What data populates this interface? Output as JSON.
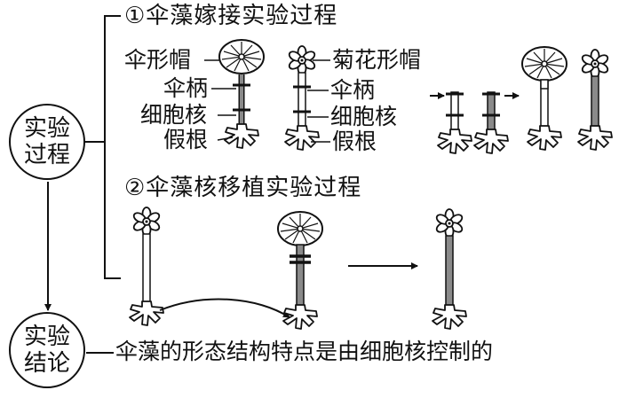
{
  "process_box": {
    "line1": "实验",
    "line2": "过程"
  },
  "conclusion_box": {
    "line1": "实验",
    "line2": "结论"
  },
  "exp1": {
    "title": "①伞藻嫁接实验过程",
    "labels": {
      "umbrella_cap": "伞形帽",
      "stalk_left": "伞柄",
      "nucleus_left": "细胞核",
      "rhizoid_left": "假根",
      "chrysanthemum_cap": "菊花形帽",
      "stalk_right": "伞柄",
      "nucleus_right": "细胞核",
      "rhizoid_right": "假根"
    }
  },
  "exp2": {
    "title": "②伞藻核移植实验过程"
  },
  "conclusion": "伞藻的形态结构特点是由细胞核控制的",
  "colors": {
    "line": "#111111",
    "stalk_gray": "#8a8a8a",
    "background": "#ffffff"
  }
}
